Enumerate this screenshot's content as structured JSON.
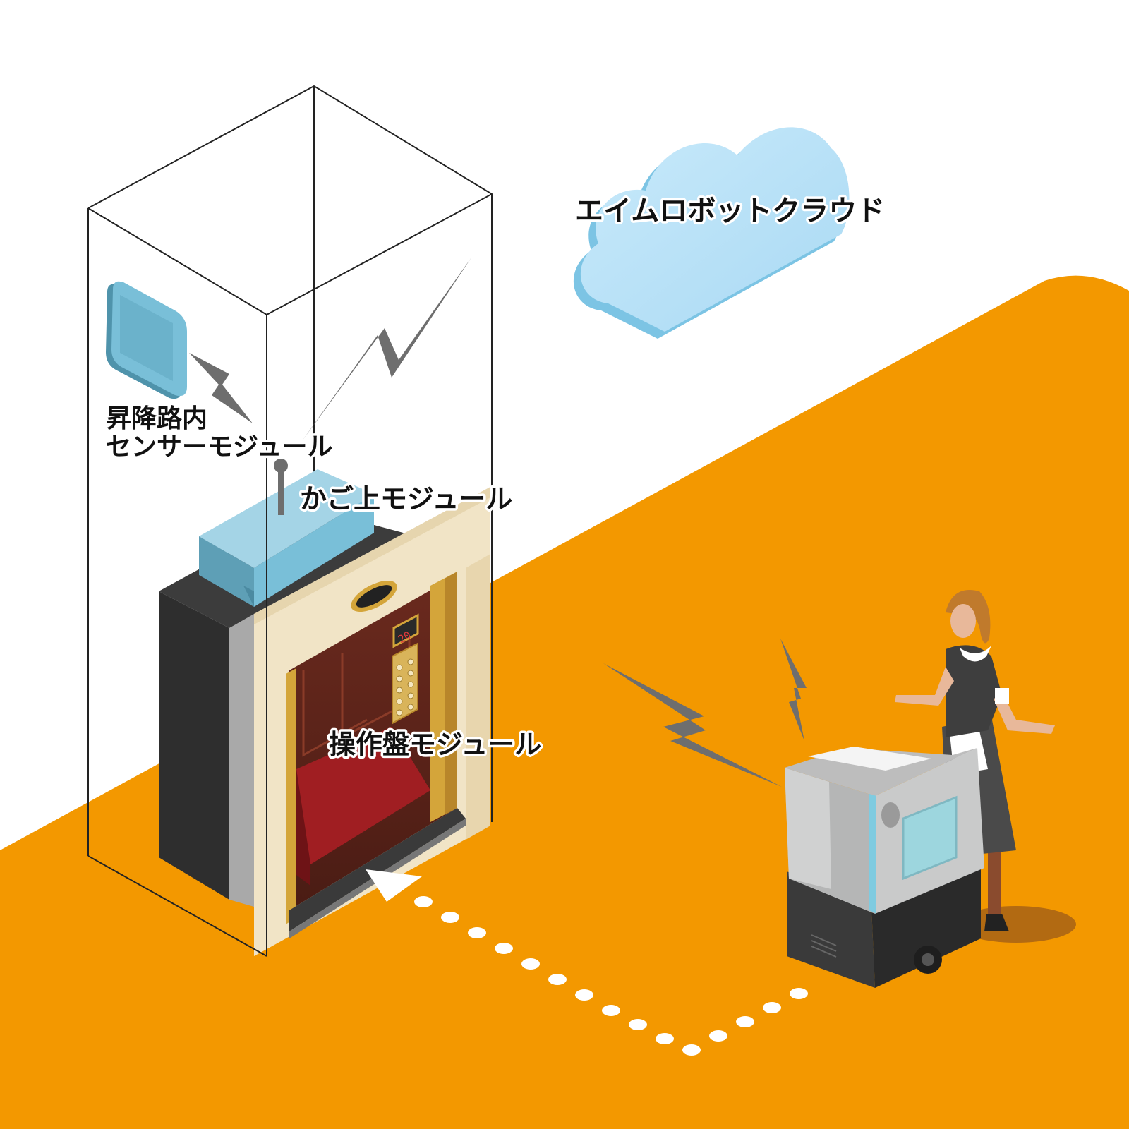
{
  "labels": {
    "cloud": "エイムロボットクラウド",
    "shaft_sensor_line1": "昇降路内",
    "shaft_sensor_line2": "センサーモジュール",
    "car_top": "かご上モジュール",
    "panel": "操作盤モジュール"
  },
  "elevator_display": "20",
  "colors": {
    "floor": "#F39800",
    "cloud": "#B7E1F7",
    "cloud_edge": "#7CC4E4",
    "module_blue": "#79BFD8",
    "lightning": "#6E6E6E",
    "car_floor": "#A01E22",
    "door_frame": "#F1E4C6",
    "gold": "#D4A53A",
    "robot_body": "#C9CACA",
    "robot_base": "#3A3A3A",
    "path_dots": "#FFFFFF"
  },
  "icons": [
    "cloud-icon",
    "sensor-module-icon",
    "car-top-module-icon",
    "lightning-icon",
    "delivery-robot-icon",
    "person-icon",
    "path-arrow-icon"
  ]
}
